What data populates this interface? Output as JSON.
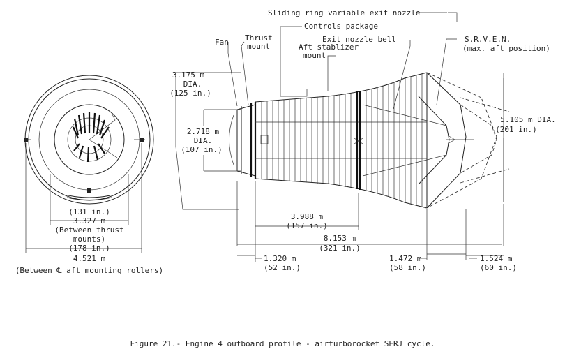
{
  "labels": {
    "sliding_ring": "Sliding ring variable exit nozzle",
    "controls_package": "Controls package",
    "exit_nozzle_bell": "Exit nozzle bell",
    "fan": "Fan",
    "thrust_mount_1": "Thrust",
    "thrust_mount_2": "mount",
    "aft_stabilizer_1": "Aft stablizer",
    "aft_stabilizer_2": "mount",
    "sraven_1": "S.R.V.E.N.",
    "sraven_2": "(max. aft position)"
  },
  "dimensions": {
    "fan_dia_m": "3.175 m",
    "fan_dia_word": "DIA.",
    "fan_dia_in": "(125 in.)",
    "inlet_dia_m": "2.718 m",
    "inlet_dia_word": "DIA.",
    "inlet_dia_in": "(107 in.)",
    "exit_dia_m": "5.105 m DIA.",
    "exit_dia_in": "(201 in.)",
    "mount_to_stab_m": "3.988 m",
    "mount_to_stab_in": "(157 in.)",
    "overall_len_m": "8.153 m",
    "overall_len_in": "(321 in.)",
    "inlet_len_m": "1.320 m",
    "inlet_len_in": "(52 in.)",
    "bell_len_m": "1.472 m",
    "bell_len_in": "(58 in.)",
    "sraven_len_m": "1.524 m",
    "sraven_len_in": "(60 in.)",
    "end_view_in_131": "(131 in.)",
    "end_view_m_3327": "3.327 m",
    "end_view_between_thrust_1": "(Between thrust",
    "end_view_between_thrust_2": "mounts)",
    "end_view_in_178": "(178 in.)",
    "end_view_m_4521": "4.521 m",
    "end_view_between_rollers": "(Between ℄ aft mounting rollers)"
  },
  "caption": "Figure 21.- Engine 4 outboard profile - airturborocket SERJ cycle."
}
